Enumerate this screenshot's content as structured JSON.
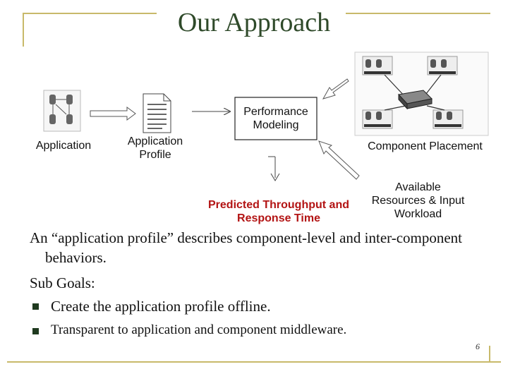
{
  "slide": {
    "title": "Our Approach",
    "page_number": "6"
  },
  "diagram": {
    "application_label": "Application",
    "application_profile_label": "Application Profile",
    "performance_modeling_label": "Performance Modeling",
    "component_placement_label": "Component Placement",
    "predicted_label": "Predicted Throughput and Response Time",
    "available_label": "Available Resources & Input Workload"
  },
  "body": {
    "intro": "An “application profile” describes component-level and inter-component behaviors.",
    "sub_goals": "Sub Goals:",
    "bullets": [
      "Create the application profile offline.",
      "Transparent to application and component middleware."
    ]
  }
}
